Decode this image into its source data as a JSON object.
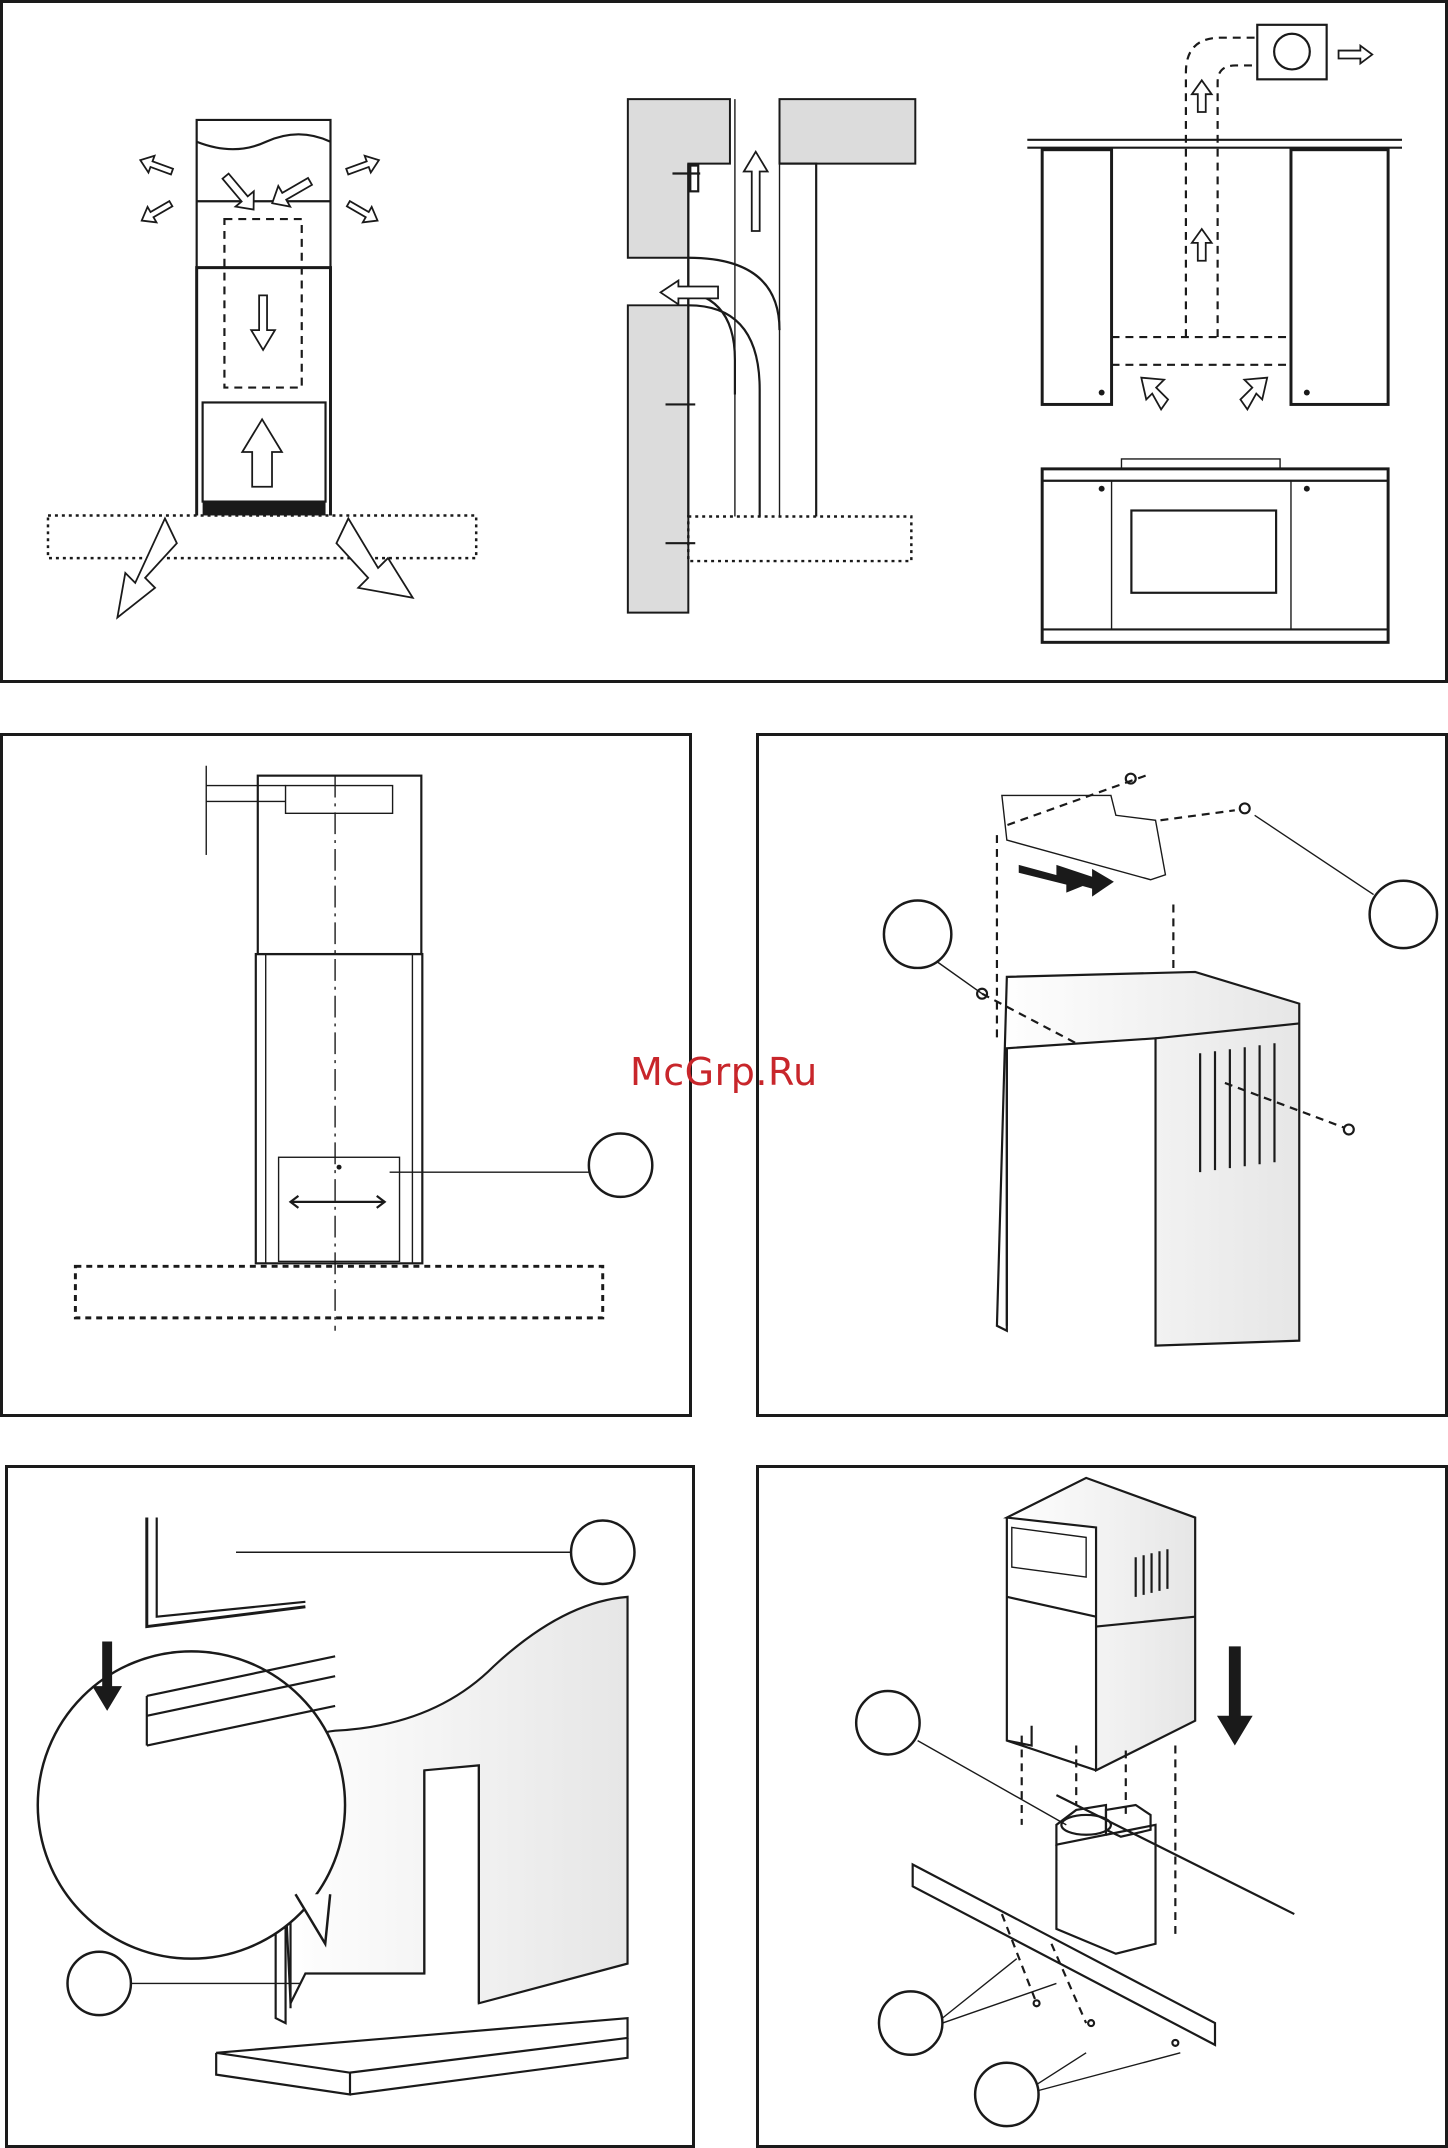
{
  "watermark": {
    "text": "McGrp.Ru",
    "color": "#c8262b"
  },
  "panels": [
    {
      "id": "airflow-overview",
      "callouts": 0
    },
    {
      "id": "bracket-marking",
      "callouts": 1
    },
    {
      "id": "upper-chimney-bracket",
      "callouts": 2
    },
    {
      "id": "lower-chimney-frame",
      "callouts": 2
    },
    {
      "id": "chimney-mounting",
      "callouts": 3
    }
  ],
  "colors": {
    "line": "#1a1a1a",
    "wall": "#dcdcdc",
    "background": "#ffffff"
  }
}
